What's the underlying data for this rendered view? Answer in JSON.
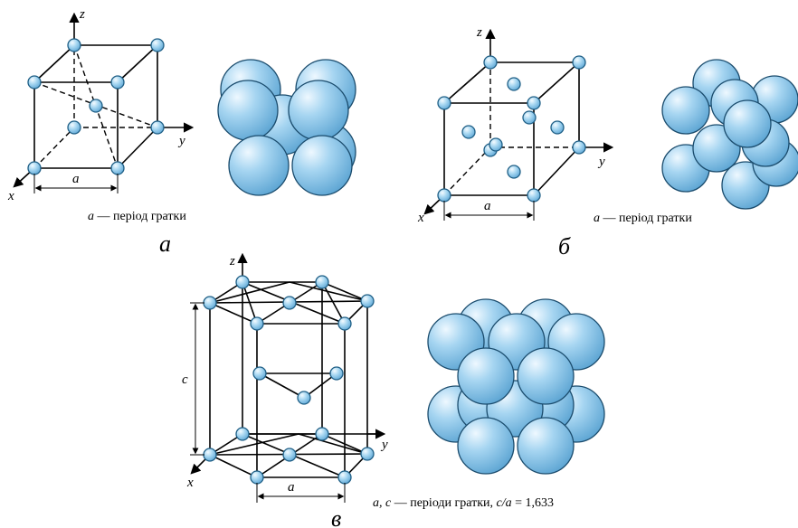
{
  "panels": {
    "a": {
      "label": "а",
      "axes": {
        "z": "z",
        "y": "y",
        "x": "x"
      },
      "dim_a": "a",
      "caption_var": "a",
      "caption_text": " — період гратки"
    },
    "b": {
      "label": "б",
      "axes": {
        "z": "z",
        "y": "y",
        "x": "x"
      },
      "dim_a": "a",
      "caption_var": "a",
      "caption_text": " — період гратки"
    },
    "c": {
      "label": "в",
      "axes": {
        "z": "z",
        "y": "y",
        "x": "x"
      },
      "dim_a": "a",
      "dim_c": "c",
      "caption_vars": "a, c",
      "caption_text": " — періоди гратки, ",
      "caption_ratio_var": "c/a",
      "caption_ratio_value": " = 1,633"
    }
  },
  "colors": {
    "atom_light": "#eaf6fd",
    "atom_mid": "#9fd1ef",
    "atom_dark": "#5aa7d6",
    "line": "#000000"
  }
}
